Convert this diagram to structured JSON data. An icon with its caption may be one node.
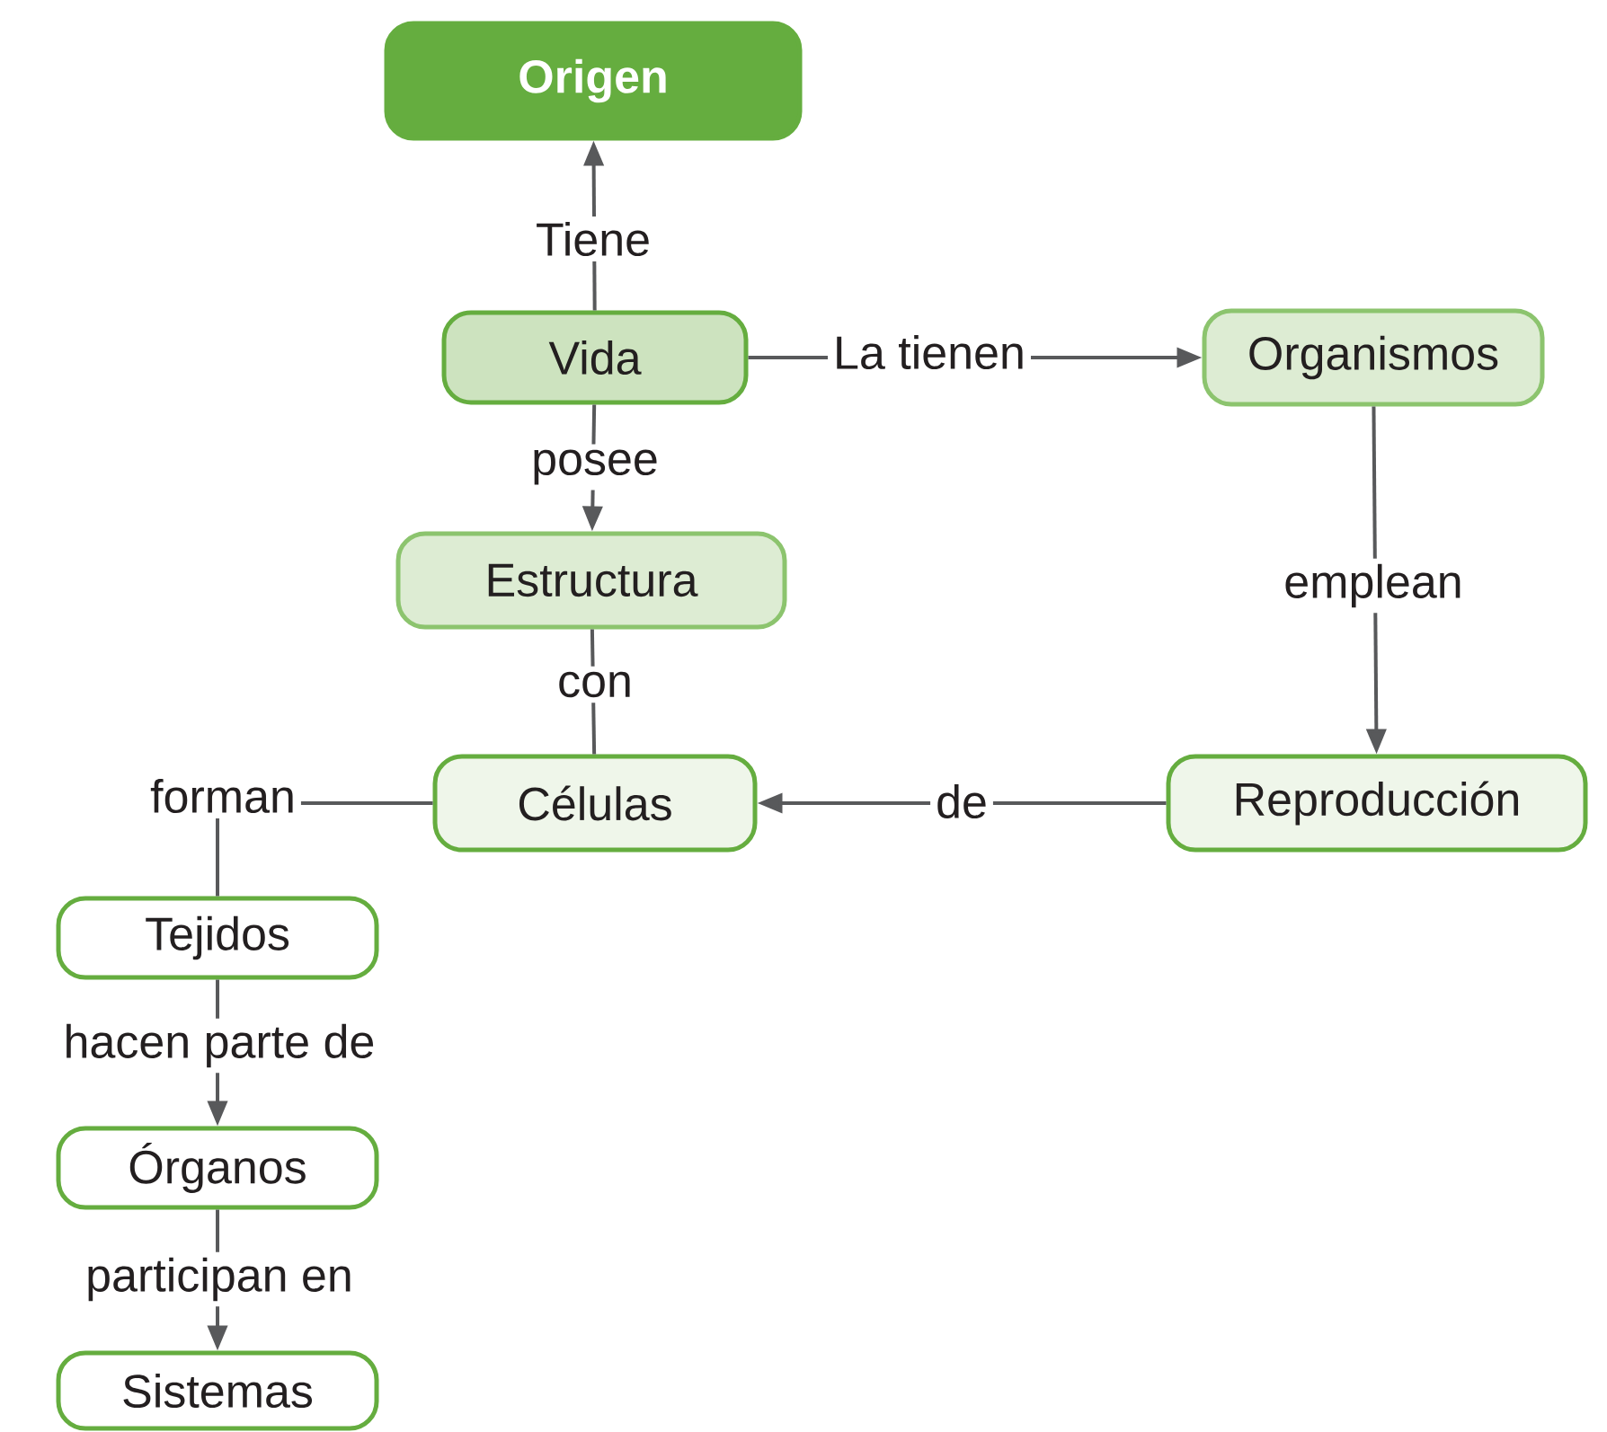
{
  "diagram": {
    "nodes": [
      {
        "text": [
          "Origen"
        ]
      },
      {
        "text": [
          "Vida"
        ]
      },
      {
        "text": [
          "Organismos"
        ]
      },
      {
        "text": [
          "Estructura"
        ]
      },
      {
        "text": [
          "Células"
        ]
      },
      {
        "text": [
          "Reproducción"
        ]
      },
      {
        "text": [
          "Tejidos"
        ]
      },
      {
        "text": [
          "Órganos"
        ]
      },
      {
        "text": [
          "Sistemas"
        ]
      }
    ],
    "edges": [
      {
        "from": 1,
        "to": 0,
        "arrow": "to",
        "label": "Tiene"
      },
      {
        "from": 1,
        "to": 2,
        "arrow": "to",
        "label": "La tienen"
      },
      {
        "from": 1,
        "to": 3,
        "arrow": "to",
        "label": "posee"
      },
      {
        "from": 3,
        "to": 4,
        "arrow": "none",
        "label": "con"
      },
      {
        "from": 2,
        "to": 5,
        "arrow": "to",
        "label": "emplean"
      },
      {
        "from": 5,
        "to": 4,
        "arrow": "to",
        "label": "de"
      },
      {
        "from": 4,
        "to": 6,
        "arrow": "none",
        "label": "forman"
      },
      {
        "from": 6,
        "to": 7,
        "arrow": "to",
        "label": "hacen parte de"
      },
      {
        "from": 7,
        "to": 8,
        "arrow": "to",
        "label": "participan en"
      }
    ]
  }
}
